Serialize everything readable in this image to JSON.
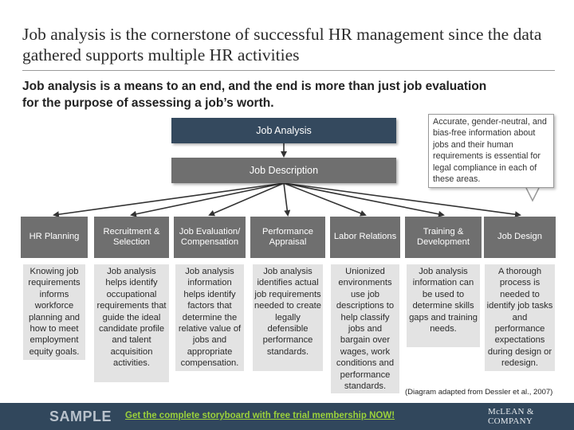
{
  "header": {
    "title": "Job analysis is the cornerstone of successful HR management since the data gathered supports multiple HR activities",
    "subtitle": "Job analysis is a means to an end, and the end is more than just job evaluation for the purpose of assessing a job’s worth."
  },
  "diagram": {
    "root": "Job Analysis",
    "middle": "Job Description",
    "callout": "Accurate, gender-neutral, and bias-free information about jobs and their human requirements is essential for legal compliance in each of these areas.",
    "categories": [
      {
        "label": "HR Planning",
        "description": "Knowing job requirements informs workforce planning and how to meet employment equity goals."
      },
      {
        "label": "Recruitment & Selection",
        "description": "Job analysis helps identify occupational requirements that guide the ideal candidate profile and talent acquisition activities."
      },
      {
        "label": "Job Evaluation/ Compensation",
        "description": "Job analysis information helps identify factors that determine the relative value of jobs and appropriate compensation."
      },
      {
        "label": "Performance Appraisal",
        "description": "Job analysis identifies actual job requirements needed to create legally defensible performance standards."
      },
      {
        "label": "Labor Relations",
        "description": "Unionized environments use job descriptions to help classify jobs and bargain over wages, work conditions and performance standards."
      },
      {
        "label": "Training & Development",
        "description": "Job analysis information can be used to determine skills gaps and training needs."
      },
      {
        "label": "Job Design",
        "description": "A thorough process is needed to identify job tasks and performance expectations during design or redesign."
      }
    ],
    "source": "(Diagram adapted from Dessler et al., 2007)"
  },
  "footer": {
    "sample": "SAMPLE",
    "promo": "Get the complete storyboard with free trial membership NOW!",
    "logo_line1": "McLEAN &",
    "logo_line2": "COMPANY"
  },
  "colors": {
    "root_box": "#34495e",
    "category_box": "#6f6f6f",
    "description_box": "#e3e3e3",
    "footer": "#31475c",
    "promo_link": "#9bd23a"
  }
}
